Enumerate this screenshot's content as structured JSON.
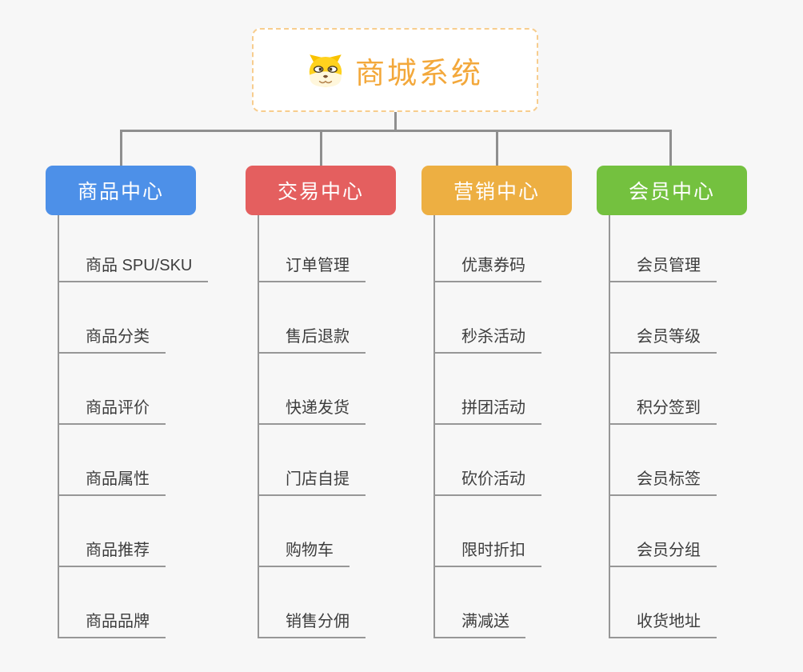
{
  "canvas": {
    "background_color": "#f7f7f7",
    "connector_color": "#8f8f8f"
  },
  "root": {
    "label": "商城系统",
    "text_color": "#f3a83b",
    "border_color": "#f7cd8e",
    "background": "#ffffff",
    "icon": "dog-face-icon"
  },
  "branches": [
    {
      "label": "商品中心",
      "color": "#4d90e8",
      "items": [
        "商品 SPU/SKU",
        "商品分类",
        "商品评价",
        "商品属性",
        "商品推荐",
        "商品品牌"
      ]
    },
    {
      "label": "交易中心",
      "color": "#e45f5f",
      "items": [
        "订单管理",
        "售后退款",
        "快递发货",
        "门店自提",
        "购物车",
        "销售分佣"
      ]
    },
    {
      "label": "营销中心",
      "color": "#edaf42",
      "items": [
        "优惠券码",
        "秒杀活动",
        "拼团活动",
        "砍价活动",
        "限时折扣",
        "满减送"
      ]
    },
    {
      "label": "会员中心",
      "color": "#74c13f",
      "items": [
        "会员管理",
        "会员等级",
        "积分签到",
        "会员标签",
        "会员分组",
        "收货地址"
      ]
    }
  ]
}
